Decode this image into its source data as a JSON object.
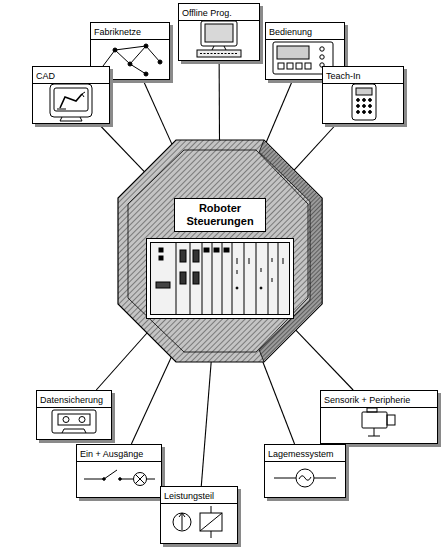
{
  "diagram": {
    "nodes": [
      {
        "text": [
          "Offline Prog."
        ]
      },
      {
        "text": [
          "Fabriknetze"
        ]
      },
      {
        "text": [
          "Bedienung"
        ]
      },
      {
        "text": [
          "CAD"
        ]
      },
      {
        "text": [
          "Teach-In"
        ]
      },
      {
        "text": [
          "Roboter Steuerungen"
        ]
      },
      {
        "text": [
          "Datensicherung"
        ]
      },
      {
        "text": [
          "Sensorik + Peripherie"
        ]
      },
      {
        "text": [
          "Ein + Ausgänge"
        ]
      },
      {
        "text": [
          "Lagemessystem"
        ]
      },
      {
        "text": [
          "Leistungsteil"
        ]
      }
    ],
    "edges": [
      {
        "from": 0,
        "to": 5,
        "arrow": "none"
      },
      {
        "from": 1,
        "to": 5,
        "arrow": "none"
      },
      {
        "from": 2,
        "to": 5,
        "arrow": "none"
      },
      {
        "from": 3,
        "to": 5,
        "arrow": "none"
      },
      {
        "from": 4,
        "to": 5,
        "arrow": "none"
      },
      {
        "from": 6,
        "to": 5,
        "arrow": "none"
      },
      {
        "from": 7,
        "to": 5,
        "arrow": "none"
      },
      {
        "from": 8,
        "to": 5,
        "arrow": "none"
      },
      {
        "from": 9,
        "to": 5,
        "arrow": "none"
      },
      {
        "from": 10,
        "to": 5,
        "arrow": "none"
      }
    ]
  }
}
